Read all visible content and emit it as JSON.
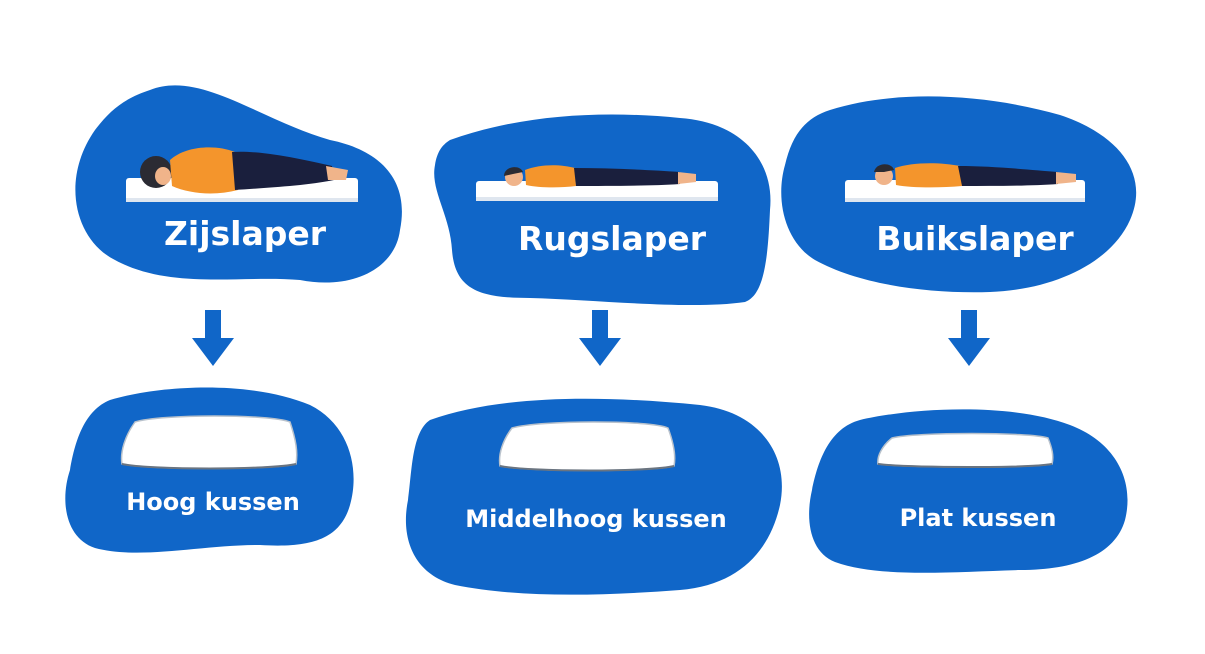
{
  "sleepers": [
    {
      "label": "Zijslaper",
      "pillow": "Hoog kussen"
    },
    {
      "label": "Rugslaper",
      "pillow": "Middelhoog kussen"
    },
    {
      "label": "Buikslaper",
      "pillow": "Plat kussen"
    }
  ],
  "colors": {
    "blob": "#1066c8",
    "text": "#ffffff",
    "shirt": "#f4952c",
    "pants": "#1a1f3d"
  },
  "icons": [
    "side-sleeper-icon",
    "back-sleeper-icon",
    "stomach-sleeper-icon",
    "arrow-down-icon",
    "pillow-icon"
  ]
}
